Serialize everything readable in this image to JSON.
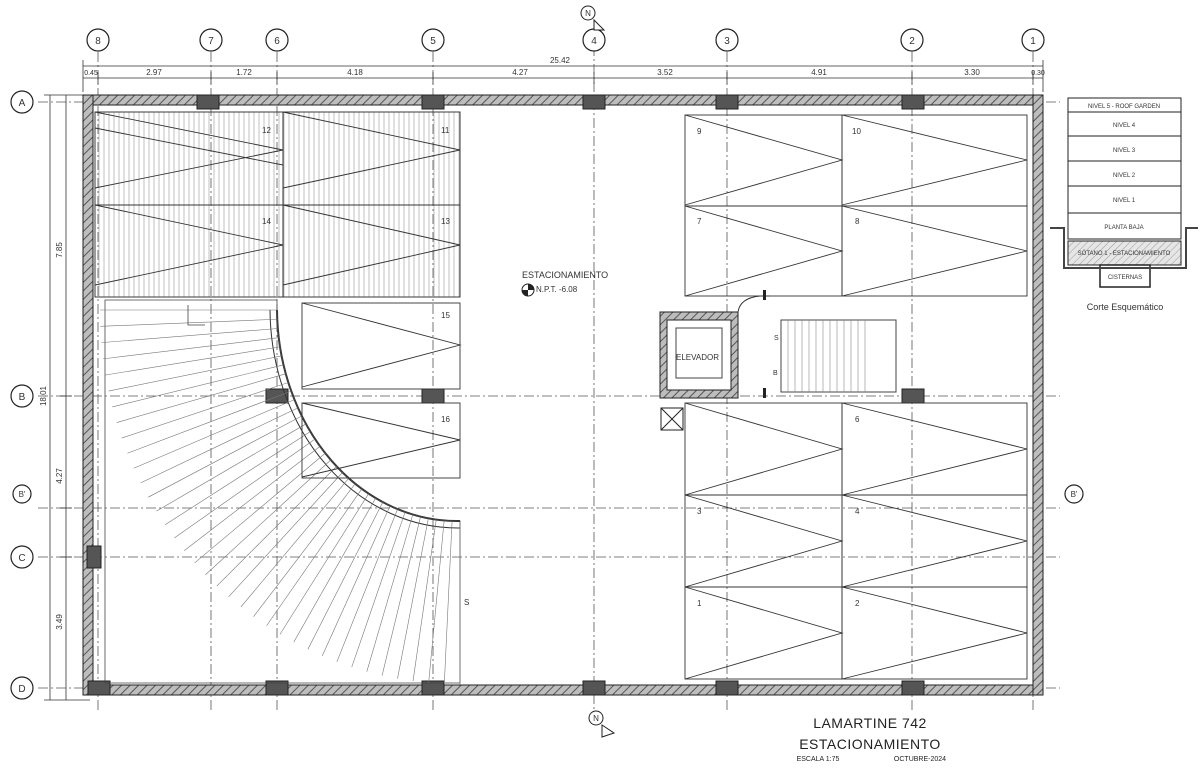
{
  "grid_columns": [
    "8",
    "7",
    "6",
    "5",
    "4",
    "3",
    "2",
    "1"
  ],
  "grid_rows": [
    "A",
    "B",
    "B'",
    "C",
    "D"
  ],
  "north_labels": [
    "N",
    "N"
  ],
  "dimensions": {
    "overall": "25.42",
    "top": [
      "0.45",
      "2.97",
      "1.72",
      "4.18",
      "4.27",
      "3.52",
      "4.91",
      "3.30",
      "0.30"
    ],
    "left_overall": "18.01",
    "left": [
      "7.85",
      "4.27",
      "3.49"
    ]
  },
  "room": {
    "name": "ESTACIONAMIENTO",
    "level": "N.P.T. -6.08"
  },
  "elevator": {
    "label": "ELEVADOR"
  },
  "stair_marks": [
    "S",
    "B",
    "S"
  ],
  "parking_numbers": [
    "12",
    "11",
    "14",
    "13",
    "15",
    "16",
    "9",
    "10",
    "7",
    "8",
    "6",
    "3",
    "4",
    "1",
    "2"
  ],
  "section": {
    "caption": "Corte Esquemático",
    "levels": [
      "NIVEL 5 - ROOF GARDEN",
      "NIVEL 4",
      "NIVEL 3",
      "NIVEL 2",
      "NIVEL 1",
      "PLANTA BAJA",
      "SÓTANO 1 - ESTACIONAMIENTO",
      "CISTERNAS"
    ]
  },
  "title_block": {
    "project": "LAMARTINE 742",
    "sheet": "ESTACIONAMIENTO",
    "scale": "ESCALA 1:75",
    "date": "OCTUBRE-2024"
  }
}
